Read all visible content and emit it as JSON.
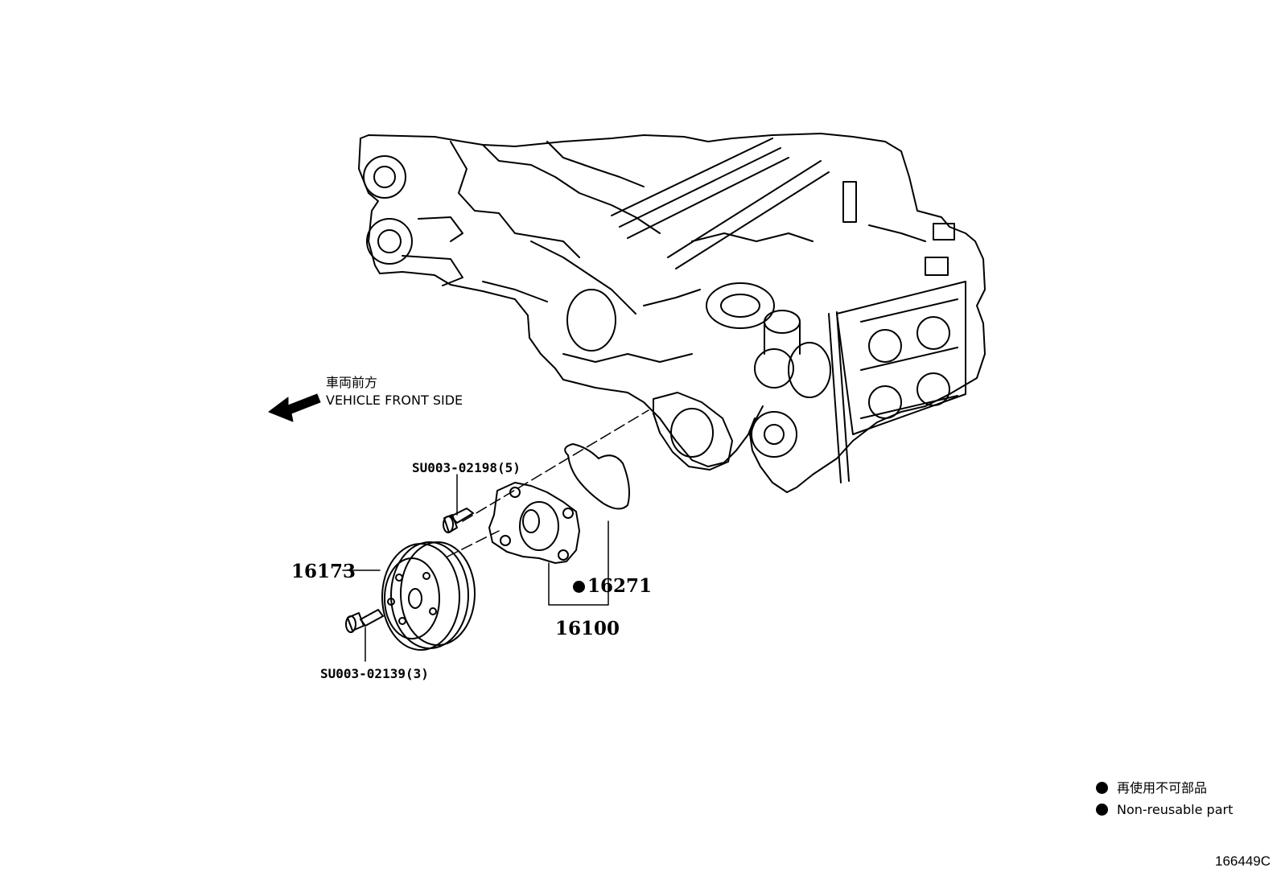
{
  "direction": {
    "jp": "車両前方",
    "en": "VEHICLE FRONT SIDE"
  },
  "parts": {
    "bolt_top": "SU003-02198(5)",
    "bolt_bottom": "SU003-02139(3)",
    "pulley": "16173",
    "gasket": "16271",
    "pump_assy": "16100"
  },
  "legend": {
    "jp": "再使用不可部品",
    "en": "Non-reusable part"
  },
  "figure_id": "166449C"
}
